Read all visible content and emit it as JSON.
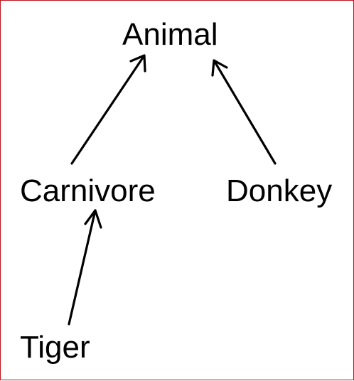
{
  "diagram": {
    "nodes": [
      {
        "id": "animal",
        "label": "Animal"
      },
      {
        "id": "carnivore",
        "label": "Carnivore"
      },
      {
        "id": "donkey",
        "label": "Donkey"
      },
      {
        "id": "tiger",
        "label": "Tiger"
      }
    ],
    "edges": [
      {
        "from": "carnivore",
        "to": "animal"
      },
      {
        "from": "donkey",
        "to": "animal"
      },
      {
        "from": "tiger",
        "to": "carnivore"
      }
    ],
    "border_color": "#c0101a",
    "line_color": "#000000"
  }
}
